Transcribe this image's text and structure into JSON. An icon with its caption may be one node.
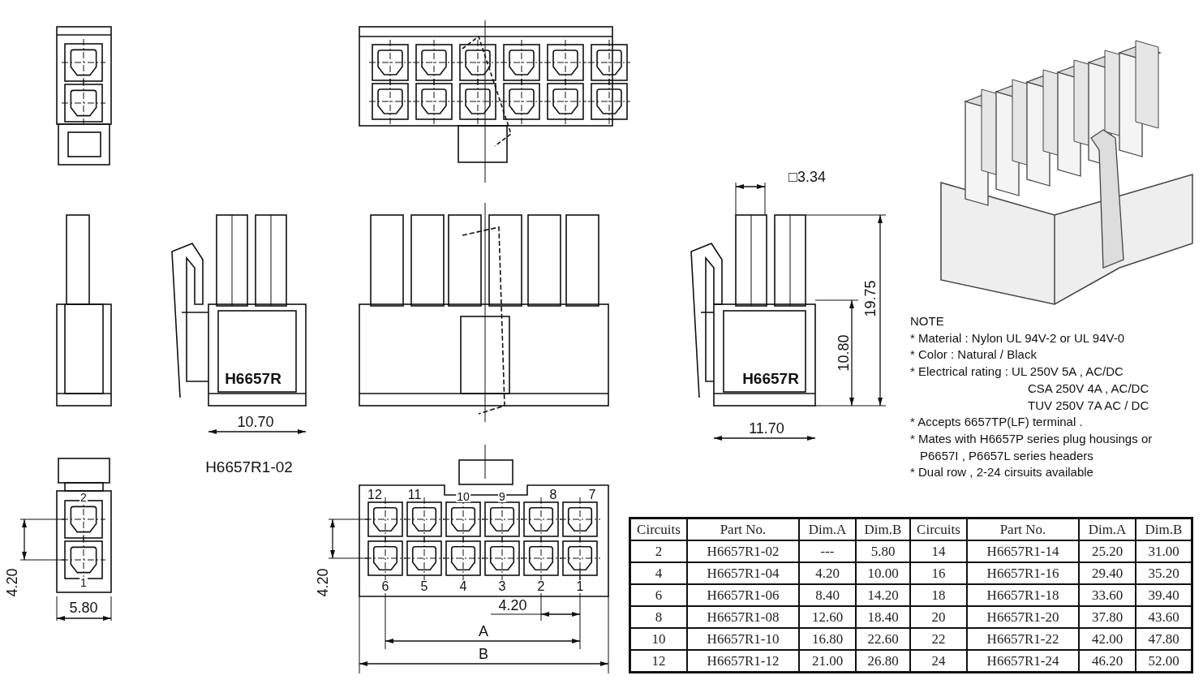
{
  "diagram": {
    "labels": [
      "10.70",
      "H6657R1-02",
      "H6657R",
      "□3.34",
      "19.75",
      "10.80",
      "H6657R",
      "11.70",
      "2",
      "1",
      "4.20",
      "5.80",
      "12",
      "11",
      "10",
      "9",
      "8",
      "7",
      "6",
      "5",
      "4",
      "3",
      "2",
      "1",
      "4.20",
      "4.20",
      "A",
      "B",
      "NOTE",
      "* Material : Nylon UL 94V-2 or UL 94V-0",
      "* Color : Natural / Black",
      "* Electrical rating : UL 250V 5A , AC/DC",
      "CSA 250V 4A , AC/DC",
      "TUV 250V 7A AC / DC",
      "* Accepts 6657TP(LF) terminal .",
      "* Mates with H6657P series plug housings or P6657I , P6657L series headers",
      "* Dual row , 2-24 cirsuits available",
      "Circuits",
      "Part No.",
      "Dim.A",
      "Dim.B",
      "Circuits",
      "Part No.",
      "Dim.A",
      "Dim.B",
      "2",
      "H6657R1-02",
      "---",
      "5.80",
      "14",
      "H6657R1-14",
      "25.20",
      "31.00",
      "4",
      "H6657R1-04",
      "4.20",
      "10.00",
      "16",
      "H6657R1-16",
      "29.40",
      "35.20",
      "6",
      "H6657R1-06",
      "8.40",
      "14.20",
      "18",
      "H6657R1-18",
      "33.60",
      "39.40",
      "8",
      "H6657R1-08",
      "12.60",
      "18.40",
      "20",
      "H6657R1-20",
      "37.80",
      "43.60",
      "10",
      "H6657R1-10",
      "16.80",
      "22.60",
      "22",
      "H6657R1-22",
      "42.00",
      "47.80",
      "12",
      "H6657R1-12",
      "21.00",
      "26.80",
      "24",
      "H6657R1-24",
      "46.20",
      "52.00"
    ]
  }
}
